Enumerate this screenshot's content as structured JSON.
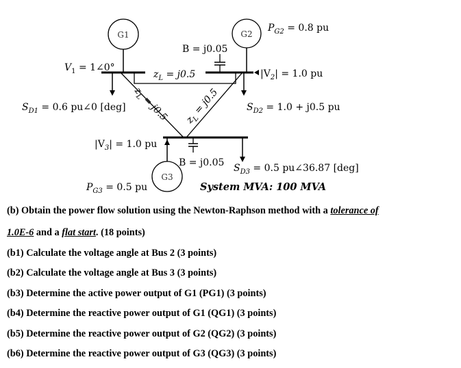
{
  "diagram": {
    "generators": {
      "g1": "G1",
      "g2": "G2",
      "g3": "G3"
    },
    "labels": {
      "pg2": "P",
      "pg2_sub": "G2",
      "pg2_val": " = 0.8 pu",
      "b_top": "B = j0.05",
      "v1": "V",
      "v1_sub": "1",
      "v1_val": " = 1∠0°",
      "zl_top": "z",
      "zl_top_sub": "L",
      "zl_top_val": " = j0.5",
      "v2": "|V",
      "v2_sub": "2",
      "v2_val": "| = 1.0 pu",
      "zl_left": "z",
      "zl_left_sub": "L",
      "zl_left_val": " = j0.5",
      "zl_right": "z",
      "zl_right_sub": "L",
      "zl_right_val": " = j0.5",
      "sd1": "S",
      "sd1_sub": "D1",
      "sd1_val": " = 0.6 pu∠0 [deg]",
      "sd2": "S",
      "sd2_sub": "D2",
      "sd2_val": " = 1.0 + j0.5 pu",
      "v3": "|V",
      "v3_sub": "3",
      "v3_val": "| = 1.0 pu",
      "b_bottom": "B = j0.05",
      "sd3": "S",
      "sd3_sub": "D3",
      "sd3_val": " = 0.5 pu∠36.87 [deg]",
      "pg3": "P",
      "pg3_sub": "G3",
      "pg3_val": " = 0.5 pu",
      "system_mva_label": "System MVA",
      "system_mva_value": ": 100 MVA"
    }
  },
  "questions": {
    "b_line1_pre": "(b) Obtain the power flow solution using the Newton-Raphson method with a ",
    "b_line1_link": "tolerance of",
    "b_line2_link": "1.0E-6",
    "b_line2_mid": " and a ",
    "b_line2_link2": "flat start",
    "b_line2_post": ". (18 points)",
    "b1": "(b1) Calculate the voltage angle at Bus 2 (3 points)",
    "b2": "(b2) Calculate the voltage angle at Bus 3 (3 points)",
    "b3": "(b3) Determine the active power output of G1 (PG1) (3 points)",
    "b4": "(b4) Determine the reactive power output of G1 (QG1) (3 points)",
    "b5": "(b5) Determine the reactive power output of G2 (QG2) (3 points)",
    "b6": "(b6) Determine the reactive power output of G3 (QG3) (3 points)"
  }
}
